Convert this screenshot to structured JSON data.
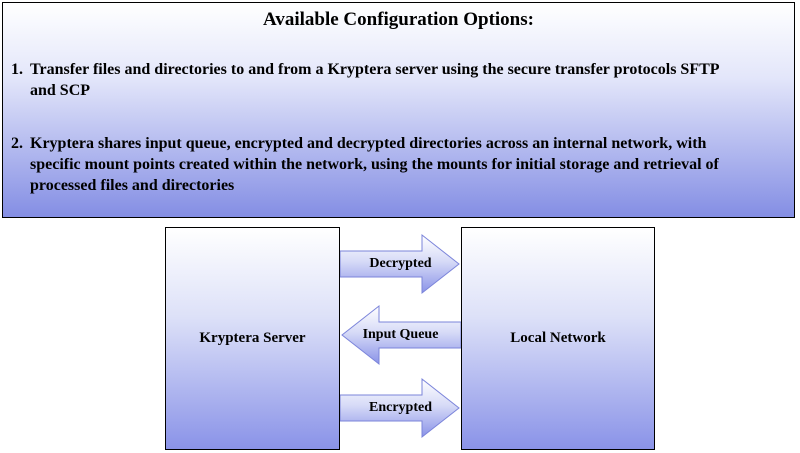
{
  "panel": {
    "title": "Available Configuration Options:",
    "items": [
      {
        "number": "1.",
        "text": "Transfer files and directories to and from a Kryptera server using the secure transfer protocols SFTP and SCP"
      },
      {
        "number": "2.",
        "text": "Kryptera shares input queue, encrypted and decrypted directories across an internal network, with specific mount points created within the network, using the mounts for initial storage and retrieval of processed files and directories"
      }
    ]
  },
  "diagram": {
    "left_box": "Kryptera Server",
    "right_box": "Local Network",
    "arrows": [
      {
        "label": "Decrypted",
        "direction": "right"
      },
      {
        "label": "Input Queue",
        "direction": "left"
      },
      {
        "label": "Encrypted",
        "direction": "right"
      }
    ]
  },
  "colors": {
    "gradient_top": "#ffffff",
    "gradient_bottom": "#848ee4",
    "arrow_fill_top": "#ffffff",
    "arrow_fill_bottom": "#8a93e8",
    "border": "#000000",
    "text": "#000000"
  }
}
